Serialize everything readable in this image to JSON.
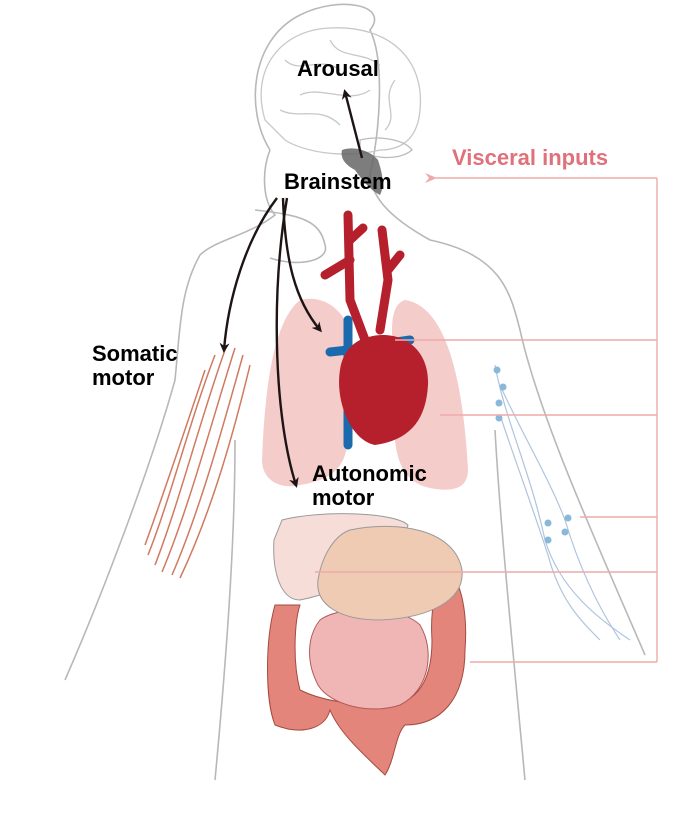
{
  "labels": {
    "arousal": "Arousal",
    "brainstem": "Brainstem",
    "visceral_inputs": "Visceral inputs",
    "somatic_motor": "Somatic\nmotor",
    "autonomic_motor": "Autonomic\nmotor"
  },
  "colors": {
    "arrow": "#1e1414",
    "visceral": "#e0707a",
    "visceral_line": "#eeaaaa",
    "outline": "#b8b8b8",
    "artery": "#b5202c",
    "vein": "#1c6aae",
    "lung": "#f2c4c2",
    "muscle": "#d07a60",
    "intestine": "#e3857a",
    "nerve": "#8ab8d8"
  }
}
